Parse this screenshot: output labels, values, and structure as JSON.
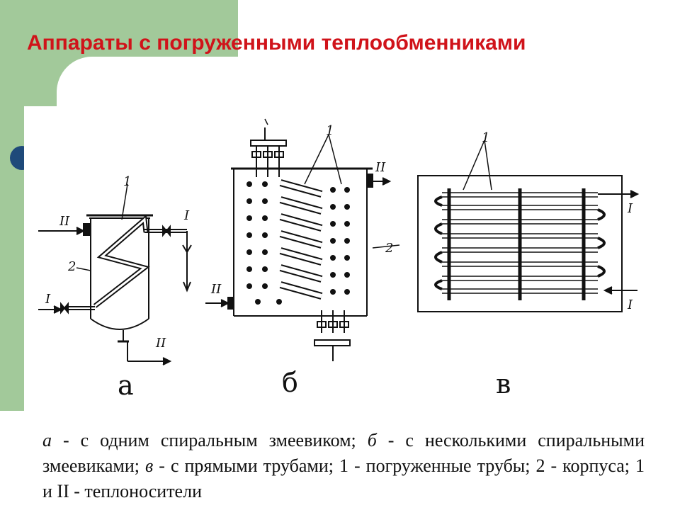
{
  "slide": {
    "title": "Аппараты с погруженными теплообменниками",
    "colors": {
      "title": "#d0131a",
      "accent_green": "#a2c99a",
      "bullet_blue": "#1f4a7a"
    }
  },
  "figure": {
    "panels": [
      {
        "letter": "а",
        "callouts": [
          "1",
          "2"
        ],
        "flows": [
          "I",
          "II",
          "I",
          "II"
        ]
      },
      {
        "letter": "б",
        "callouts": [
          "1",
          "2"
        ],
        "flows": [
          "II",
          "II"
        ]
      },
      {
        "letter": "в",
        "callouts": [
          "1"
        ],
        "flows": [
          "I",
          "I"
        ]
      }
    ]
  },
  "caption": {
    "a_mark": "а",
    "a_text": " - с одним спиральным змеевиком; ",
    "b_mark": "б",
    "b_text": " - с несколькими спиральными змеевиками; ",
    "v_mark": "в",
    "v_text": " - с прямыми трубами; 1 - погруженные трубы; 2 - корпуса; 1 и II - теплоносители"
  }
}
